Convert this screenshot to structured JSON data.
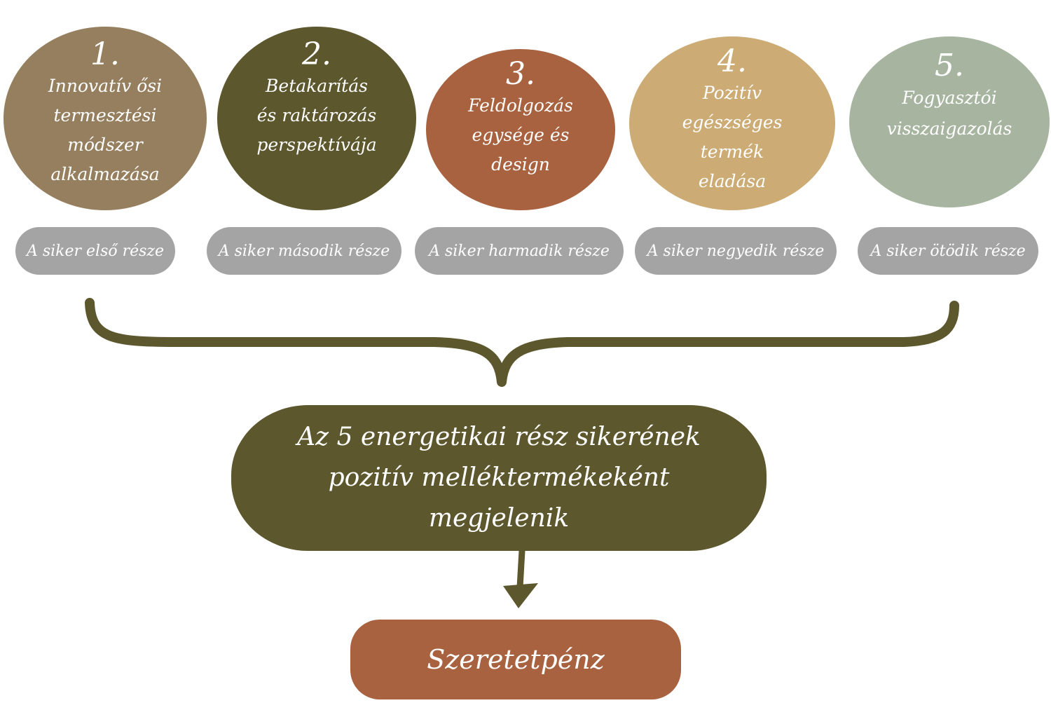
{
  "steps": [
    {
      "number": "1.",
      "label": "Innovatív ősi\ntermesztési\nmódszer\nalkalmazása",
      "color": "#957f5e",
      "part": "A siker első része"
    },
    {
      "number": "2.",
      "label": "Betakarítás\nés raktározás\nperspektívája",
      "color": "#5c572d",
      "part": "A siker második része"
    },
    {
      "number": "3.",
      "label": "Feldolgozás\negysége és\ndesign",
      "color": "#a8623f",
      "part": "A siker harmadik része"
    },
    {
      "number": "4.",
      "label": "Pozitív\negészséges\ntermék\neladása",
      "color": "#ccab74",
      "part": "A siker negyedik része"
    },
    {
      "number": "5.",
      "label": "Fogyasztói\nvisszaigazolás",
      "color": "#a7b5a0",
      "part": "A siker ötödik része"
    }
  ],
  "summary": {
    "text": "Az 5 energetikai rész sikerének\npozitív melléktermékeként\nmegjelenik",
    "color": "#5c572d"
  },
  "result": {
    "text": "Szeretetpénz",
    "color": "#a8623f"
  },
  "colors": {
    "pill": "#a4a4a4",
    "connector": "#5c572d"
  }
}
